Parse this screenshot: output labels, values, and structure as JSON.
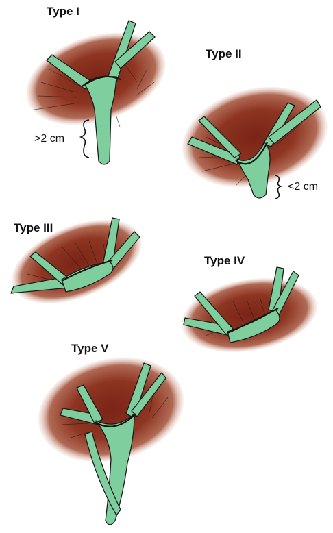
{
  "colors": {
    "liver": "#8a2c1c",
    "liver_edge": "#c98a75",
    "duct": "#7fcf9e",
    "outline": "#1a1a1a"
  },
  "panels": [
    {
      "id": "type-1",
      "title": "Type I"
    },
    {
      "id": "type-2",
      "title": "Type II"
    },
    {
      "id": "type-3",
      "title": "Type III"
    },
    {
      "id": "type-4",
      "title": "Type IV"
    },
    {
      "id": "type-5",
      "title": "Type V"
    }
  ],
  "measures": {
    "greater": ">2 cm",
    "less": "<2 cm"
  }
}
